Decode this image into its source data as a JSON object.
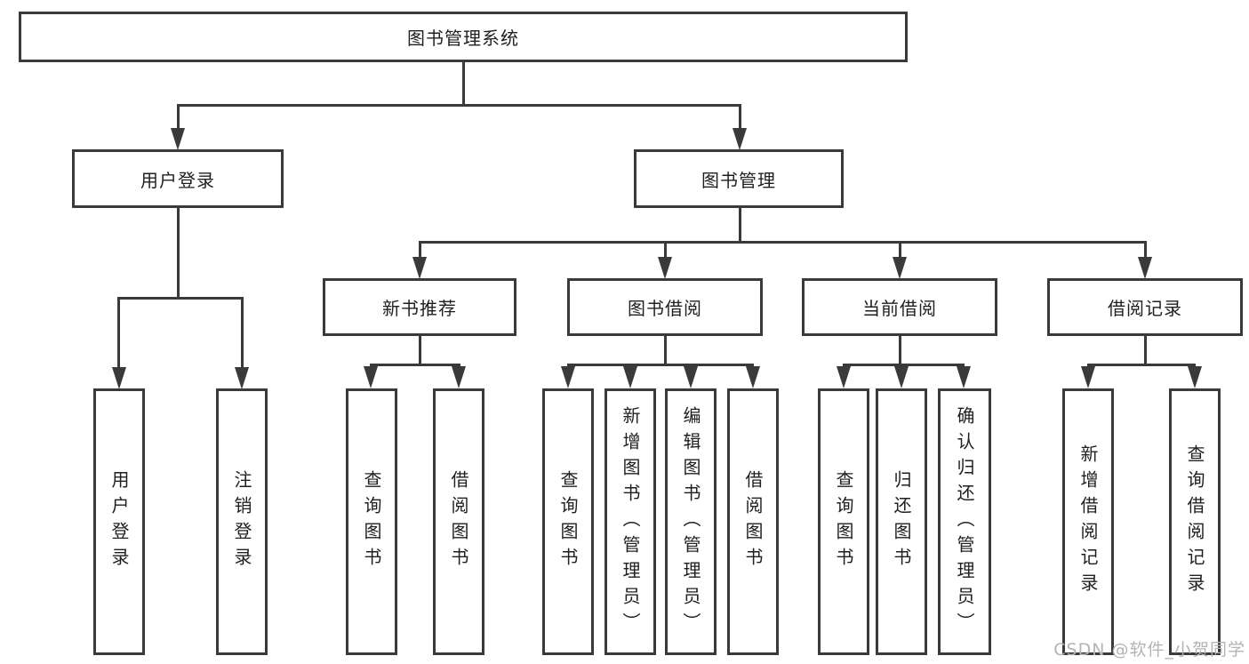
{
  "tree": {
    "root": "图书管理系统",
    "children": [
      {
        "label": "用户登录",
        "children": [
          "用户登录",
          "注销登录"
        ]
      },
      {
        "label": "图书管理",
        "children": [
          {
            "label": "新书推荐",
            "children": [
              "查询图书",
              "借阅图书"
            ]
          },
          {
            "label": "图书借阅",
            "children": [
              "查询图书",
              "新增图书（管理员）",
              "编辑图书（管理员）",
              "借阅图书"
            ]
          },
          {
            "label": "当前借阅",
            "children": [
              "查询图书",
              "归还图书",
              "确认归还（管理员）"
            ]
          },
          {
            "label": "借阅记录",
            "children": [
              "新增借阅记录",
              "查询借阅记录"
            ]
          }
        ]
      }
    ]
  },
  "watermark": "CSDN @软件_小贺同学",
  "colors": {
    "line": "#3a3a3a",
    "box_border": "#3a3a3a",
    "text": "#1f1f1f",
    "watermark_text": "#b4b4b4",
    "background": "#ffffff"
  }
}
